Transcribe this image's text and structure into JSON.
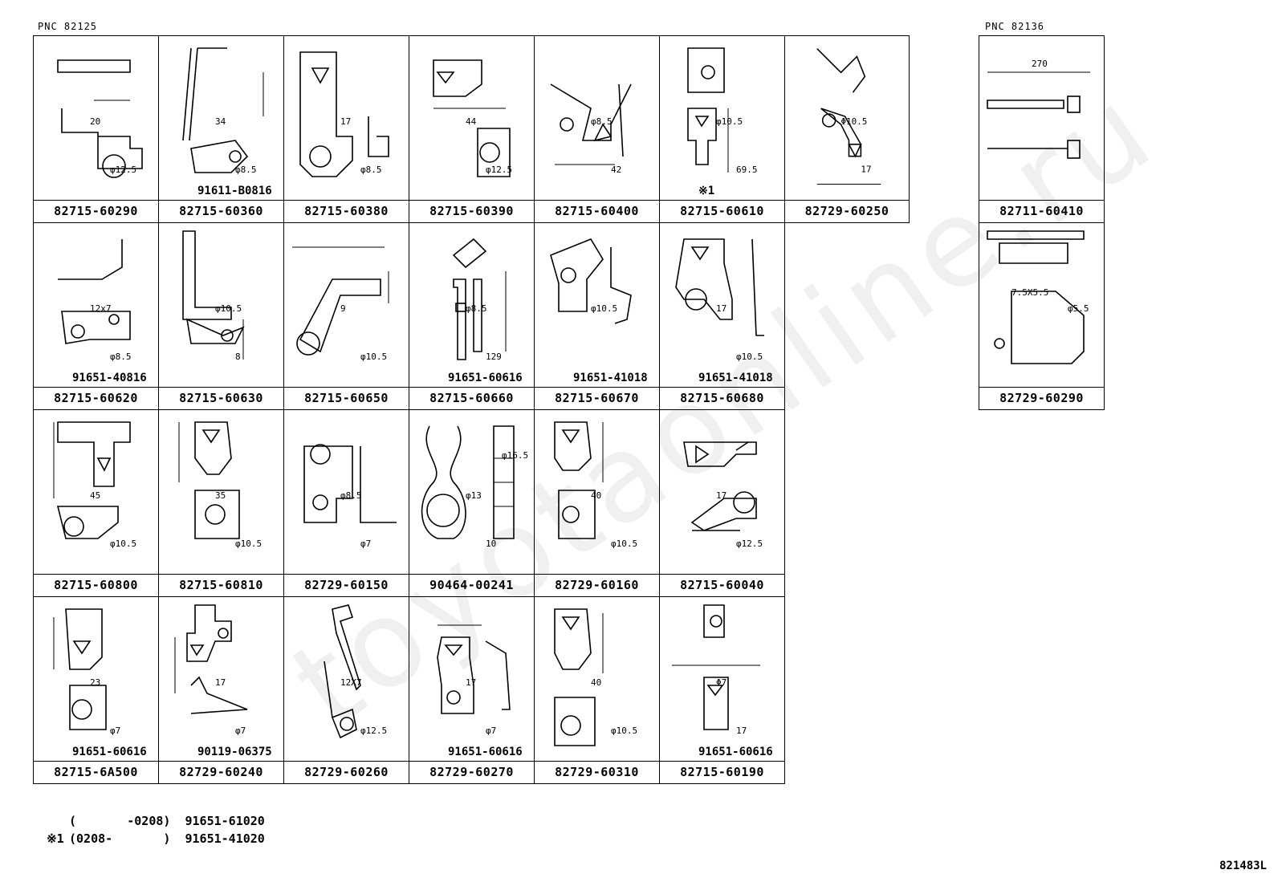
{
  "pnc_left": "PNC   82125",
  "pnc_right": "PNC   82136",
  "drawing_ref": "821483L",
  "watermark": "toyotaonline.ru",
  "note": {
    "mark": "※1",
    "line1": "(       -0208)  91651-61020",
    "line2": "(0208-       )  91651-41020"
  },
  "left_grid": [
    [
      {
        "pn": "82715-60290",
        "dims": [
          "20",
          "φ12.5"
        ]
      },
      {
        "pn": "82715-60360",
        "dims": [
          "34",
          "φ8.5"
        ],
        "sub": "91611-B0816"
      },
      {
        "pn": "82715-60380",
        "dims": [
          "17",
          "φ8.5"
        ]
      },
      {
        "pn": "82715-60390",
        "dims": [
          "44",
          "φ12.5"
        ]
      },
      {
        "pn": "82715-60400",
        "dims": [
          "φ8.5",
          "42"
        ]
      },
      {
        "pn": "82715-60610",
        "dims": [
          "φ10.5",
          "69.5"
        ],
        "sub": "※1"
      },
      {
        "pn": "82729-60250",
        "dims": [
          "Φ10.5",
          "17"
        ]
      }
    ],
    [
      {
        "pn": "82715-60620",
        "dims": [
          "12x7",
          "φ8.5"
        ],
        "sub": "91651-40816"
      },
      {
        "pn": "82715-60630",
        "dims": [
          "φ10.5",
          "8"
        ]
      },
      {
        "pn": "82715-60650",
        "dims": [
          "9",
          "φ10.5"
        ]
      },
      {
        "pn": "82715-60660",
        "dims": [
          "φ8.5",
          "129"
        ],
        "sub": "91651-60616"
      },
      {
        "pn": "82715-60670",
        "dims": [
          "φ10.5"
        ],
        "sub": "91651-41018"
      },
      {
        "pn": "82715-60680",
        "dims": [
          "17",
          "φ10.5"
        ],
        "sub": "91651-41018"
      },
      null
    ],
    [
      {
        "pn": "82715-60800",
        "dims": [
          "45",
          "φ10.5"
        ]
      },
      {
        "pn": "82715-60810",
        "dims": [
          "35",
          "φ10.5"
        ]
      },
      {
        "pn": "82729-60150",
        "dims": [
          "φ8.5",
          "φ7"
        ]
      },
      {
        "pn": "90464-00241",
        "dims": [
          "φ13",
          "10",
          "φ16.5"
        ]
      },
      {
        "pn": "82729-60160",
        "dims": [
          "40",
          "φ10.5"
        ]
      },
      {
        "pn": "82715-60040",
        "dims": [
          "17",
          "φ12.5"
        ]
      },
      null
    ],
    [
      {
        "pn": "82715-6A500",
        "dims": [
          "23",
          "φ7"
        ],
        "sub": "91651-60616"
      },
      {
        "pn": "82729-60240",
        "dims": [
          "17",
          "φ7"
        ],
        "sub": "90119-06375"
      },
      {
        "pn": "82729-60260",
        "dims": [
          "12X7",
          "φ12.5"
        ]
      },
      {
        "pn": "82729-60270",
        "dims": [
          "17",
          "φ7"
        ],
        "sub": "91651-60616"
      },
      {
        "pn": "82729-60310",
        "dims": [
          "40",
          "φ10.5"
        ]
      },
      {
        "pn": "82715-60190",
        "dims": [
          "Φ7",
          "17"
        ],
        "sub": "91651-60616"
      },
      null
    ]
  ],
  "right_grid": [
    {
      "pn": "82711-60410",
      "dims": [
        "270"
      ]
    },
    {
      "pn": "82729-60290",
      "dims": [
        "7.5X5.5",
        "φ5.5"
      ]
    }
  ]
}
